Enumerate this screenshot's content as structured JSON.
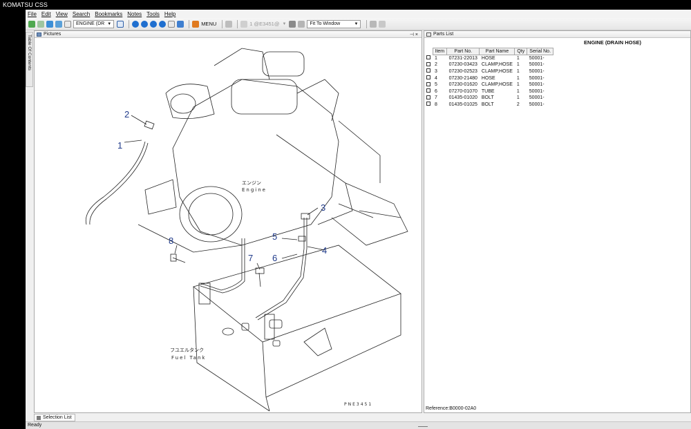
{
  "window": {
    "title": "KOMATSU CSS"
  },
  "menu": [
    "File",
    "Edit",
    "View",
    "Search",
    "Bookmarks",
    "Notes",
    "Tools",
    "Help"
  ],
  "toolbar": {
    "section_combo": "ENGINE (DR",
    "menu_label": "MENU",
    "page_combo": "1 @E3451@",
    "zoom_combo": "Fit To Window"
  },
  "sidebar": {
    "tab_label": "Table Of Contents"
  },
  "pictures_panel": {
    "title": "Pictures",
    "labels": {
      "engine_jp": "エンジン",
      "engine_en": "Engine",
      "tank_jp": "フユエルタンク",
      "tank_en": "Fuel Tank",
      "drawing_code": "PNE3451"
    },
    "callouts": [
      "1",
      "2",
      "3",
      "4",
      "5",
      "6",
      "7",
      "8"
    ]
  },
  "parts_panel": {
    "title": "Parts List",
    "group_title": "ENGINE (DRAIN HOSE)",
    "columns": [
      "Item",
      "Part No.",
      "Part Name",
      "Qty",
      "Serial No."
    ],
    "rows": [
      {
        "item": "1",
        "part_no": "07231-22013",
        "part_name": "HOSE",
        "qty": "1",
        "serial": "50001-"
      },
      {
        "item": "2",
        "part_no": "07230-03423",
        "part_name": "CLAMP,HOSE",
        "qty": "1",
        "serial": "50001-"
      },
      {
        "item": "3",
        "part_no": "07230-02523",
        "part_name": "CLAMP,HOSE",
        "qty": "1",
        "serial": "50001-"
      },
      {
        "item": "4",
        "part_no": "07230-21480",
        "part_name": "HOSE",
        "qty": "1",
        "serial": "50001-"
      },
      {
        "item": "5",
        "part_no": "07230-01620",
        "part_name": "CLAMP,HOSE",
        "qty": "1",
        "serial": "50001-"
      },
      {
        "item": "6",
        "part_no": "07270-01070",
        "part_name": "TUBE",
        "qty": "1",
        "serial": "50001-"
      },
      {
        "item": "7",
        "part_no": "01435-01020",
        "part_name": "BOLT",
        "qty": "1",
        "serial": "50001-"
      },
      {
        "item": "8",
        "part_no": "01435-01025",
        "part_name": "BOLT",
        "qty": "2",
        "serial": "50001-"
      }
    ],
    "reference": "Reference:B0000-02A0"
  },
  "bottom_tab": {
    "label": "Selection List"
  },
  "status": {
    "text": "Ready"
  },
  "colors": {
    "callout": "#1f3a8a",
    "panel_border": "#a9a9a9"
  }
}
